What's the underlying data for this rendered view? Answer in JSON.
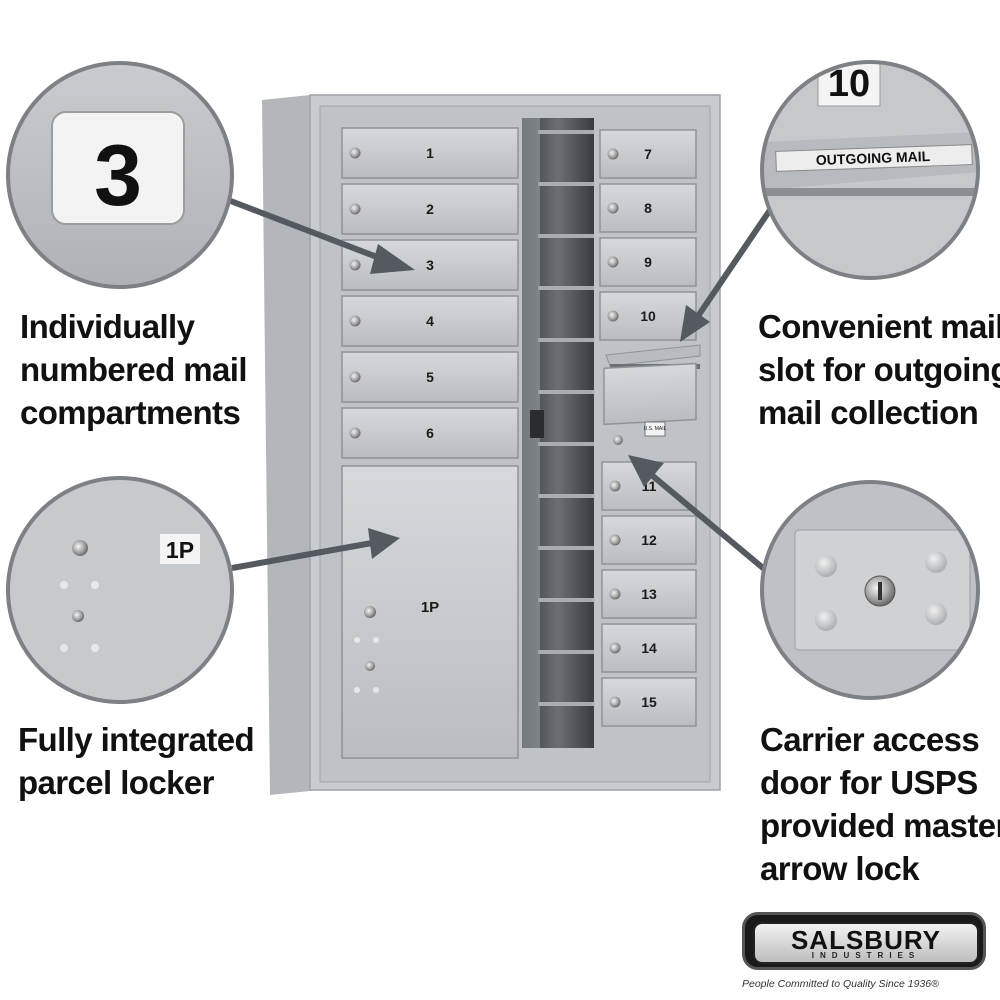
{
  "cabinet": {
    "left_doors": [
      "1",
      "2",
      "3",
      "4",
      "5",
      "6"
    ],
    "parcel_door": "1P",
    "right_doors_top": [
      "7",
      "8",
      "9",
      "10"
    ],
    "right_doors_bottom": [
      "11",
      "12",
      "13",
      "14",
      "15"
    ],
    "carrier_plate": "U.S. MAIL"
  },
  "zoom_callouts": {
    "compartment_number": "3",
    "outgoing_number": "10",
    "outgoing_label": "OUTGOING MAIL",
    "parcel_label": "1P"
  },
  "captions": {
    "compartments": [
      "Individually",
      "numbered mail",
      "compartments"
    ],
    "parcel": [
      "Fully integrated",
      "parcel locker"
    ],
    "outgoing": [
      "Convenient mail",
      "slot for outgoing",
      "mail collection"
    ],
    "carrier": [
      "Carrier access",
      "door for USPS",
      "provided master",
      "arrow lock"
    ]
  },
  "logo": {
    "name": "SALSBURY",
    "subtitle": "INDUSTRIES",
    "tagline": "People Committed to Quality Since 1936®"
  },
  "colors": {
    "aluminum": "#c4c7cb",
    "arrow": "#555a60",
    "caption_text": "#111111"
  }
}
